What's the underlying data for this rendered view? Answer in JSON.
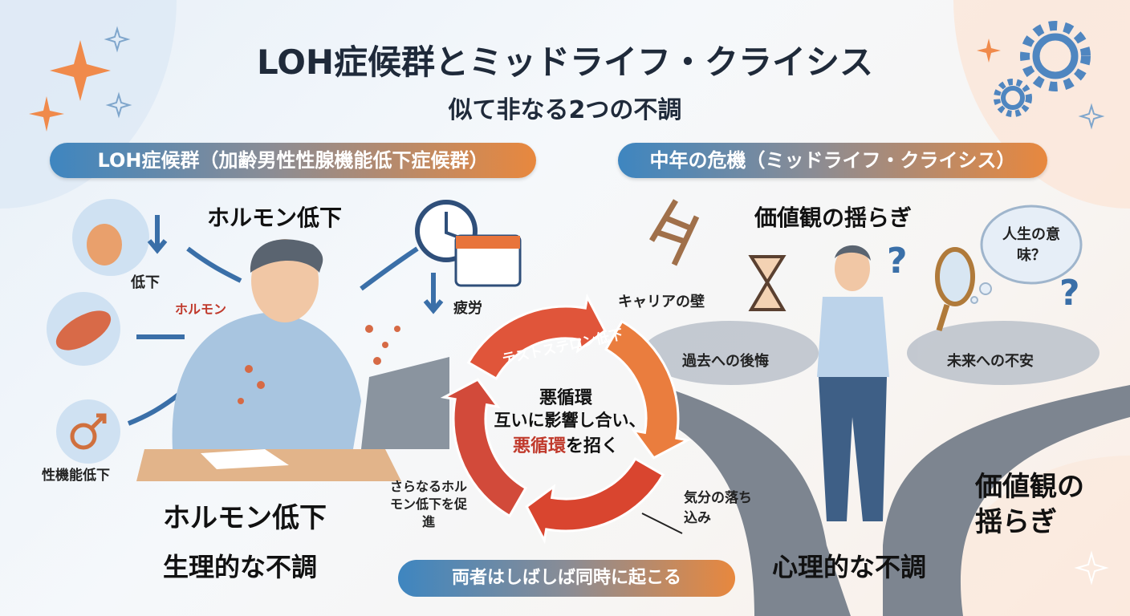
{
  "header": {
    "title": "LOH症候群とミッドライフ・クライシス",
    "subtitle": "似て非なる2つの不調"
  },
  "left": {
    "pill": "LOH症候群（加齢男性性腺機能低下症候群）",
    "heading": "ホルモン低下",
    "labels": {
      "decline": "低下",
      "hormone": "ホルモン",
      "fatigue": "疲労",
      "sexual": "性機能低下"
    },
    "bottom_heading": "ホルモン低下",
    "bottom_caption": "生理的な不調"
  },
  "right": {
    "pill": "中年の危機（ミッドライフ・クライシス）",
    "heading": "価値観の揺らぎ",
    "labels": {
      "career": "キャリアの壁",
      "meaning": "人生の意味？",
      "past": "過去への後悔",
      "future": "未来への不安"
    },
    "side_heading": "価値観の揺らぎ",
    "bottom_caption": "心理的な不調"
  },
  "cycle": {
    "top_label": "テストステロン低下",
    "center_title": "悪循環",
    "center_line1": "互いに影響し合い、",
    "center_line2_red": "悪循環",
    "center_line2_rest": "を招く",
    "mood": "気分の落ち込み",
    "more_hormone": "さらなるホルモン低下を促進"
  },
  "banner": "両者はしばしば同時に起こる",
  "colors": {
    "blue": "#3e86c0",
    "orange": "#e8883e",
    "red": "#d9452f"
  }
}
